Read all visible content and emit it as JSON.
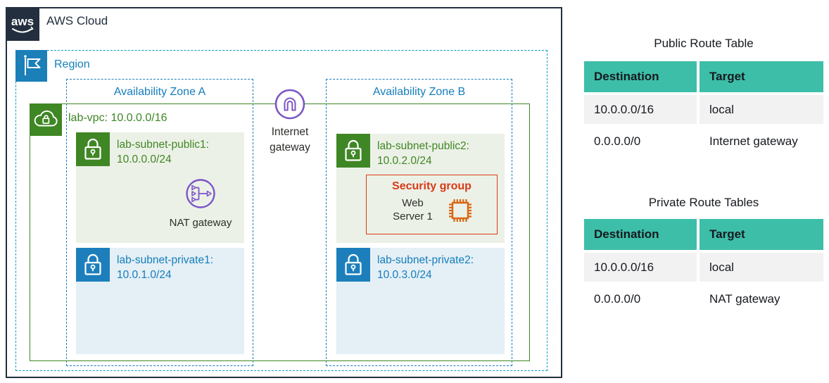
{
  "diagram": {
    "logo_text": "aws",
    "aws_cloud_label": "AWS Cloud",
    "region_label": "Region",
    "vpc_label": "lab-vpc: 10.0.0.0/16",
    "availability_zones": [
      {
        "label": "Availability Zone A"
      },
      {
        "label": "Availability Zone B"
      }
    ],
    "subnets": [
      {
        "type": "public",
        "label": "lab-subnet-public1: 10.0.0.0/24"
      },
      {
        "type": "public",
        "label": "lab-subnet-public2: 10.0.2.0/24"
      },
      {
        "type": "private",
        "label": "lab-subnet-private1: 10.0.1.0/24"
      },
      {
        "type": "private",
        "label": "lab-subnet-private2: 10.0.3.0/24"
      }
    ],
    "nat_gateway_label": "NAT gateway",
    "internet_gateway_label": "Internet gateway",
    "security_group": {
      "title": "Security group",
      "server_label": "Web Server 1"
    }
  },
  "route_tables": [
    {
      "title": "Public Route Table",
      "headers": [
        "Destination",
        "Target"
      ],
      "rows": [
        [
          "10.0.0.0/16",
          "local"
        ],
        [
          "0.0.0.0/0",
          "Internet gateway"
        ]
      ]
    },
    {
      "title": "Private Route Tables",
      "headers": [
        "Destination",
        "Target"
      ],
      "rows": [
        [
          "10.0.0.0/16",
          "local"
        ],
        [
          "0.0.0.0/0",
          "NAT gateway"
        ]
      ]
    }
  ],
  "colors": {
    "dark_navy": "#232f3e",
    "green": "#3f8624",
    "blue": "#147eba",
    "region_border": "#069ec6",
    "purple": "#7d55c7",
    "orange": "#d86613",
    "security_red": "#d93a17",
    "table_header_teal": "#3dbea8",
    "table_stripe_gray": "#f2f2f2",
    "subnet_public_bg": "#ecf1e7",
    "subnet_private_bg": "#e4eff6"
  }
}
